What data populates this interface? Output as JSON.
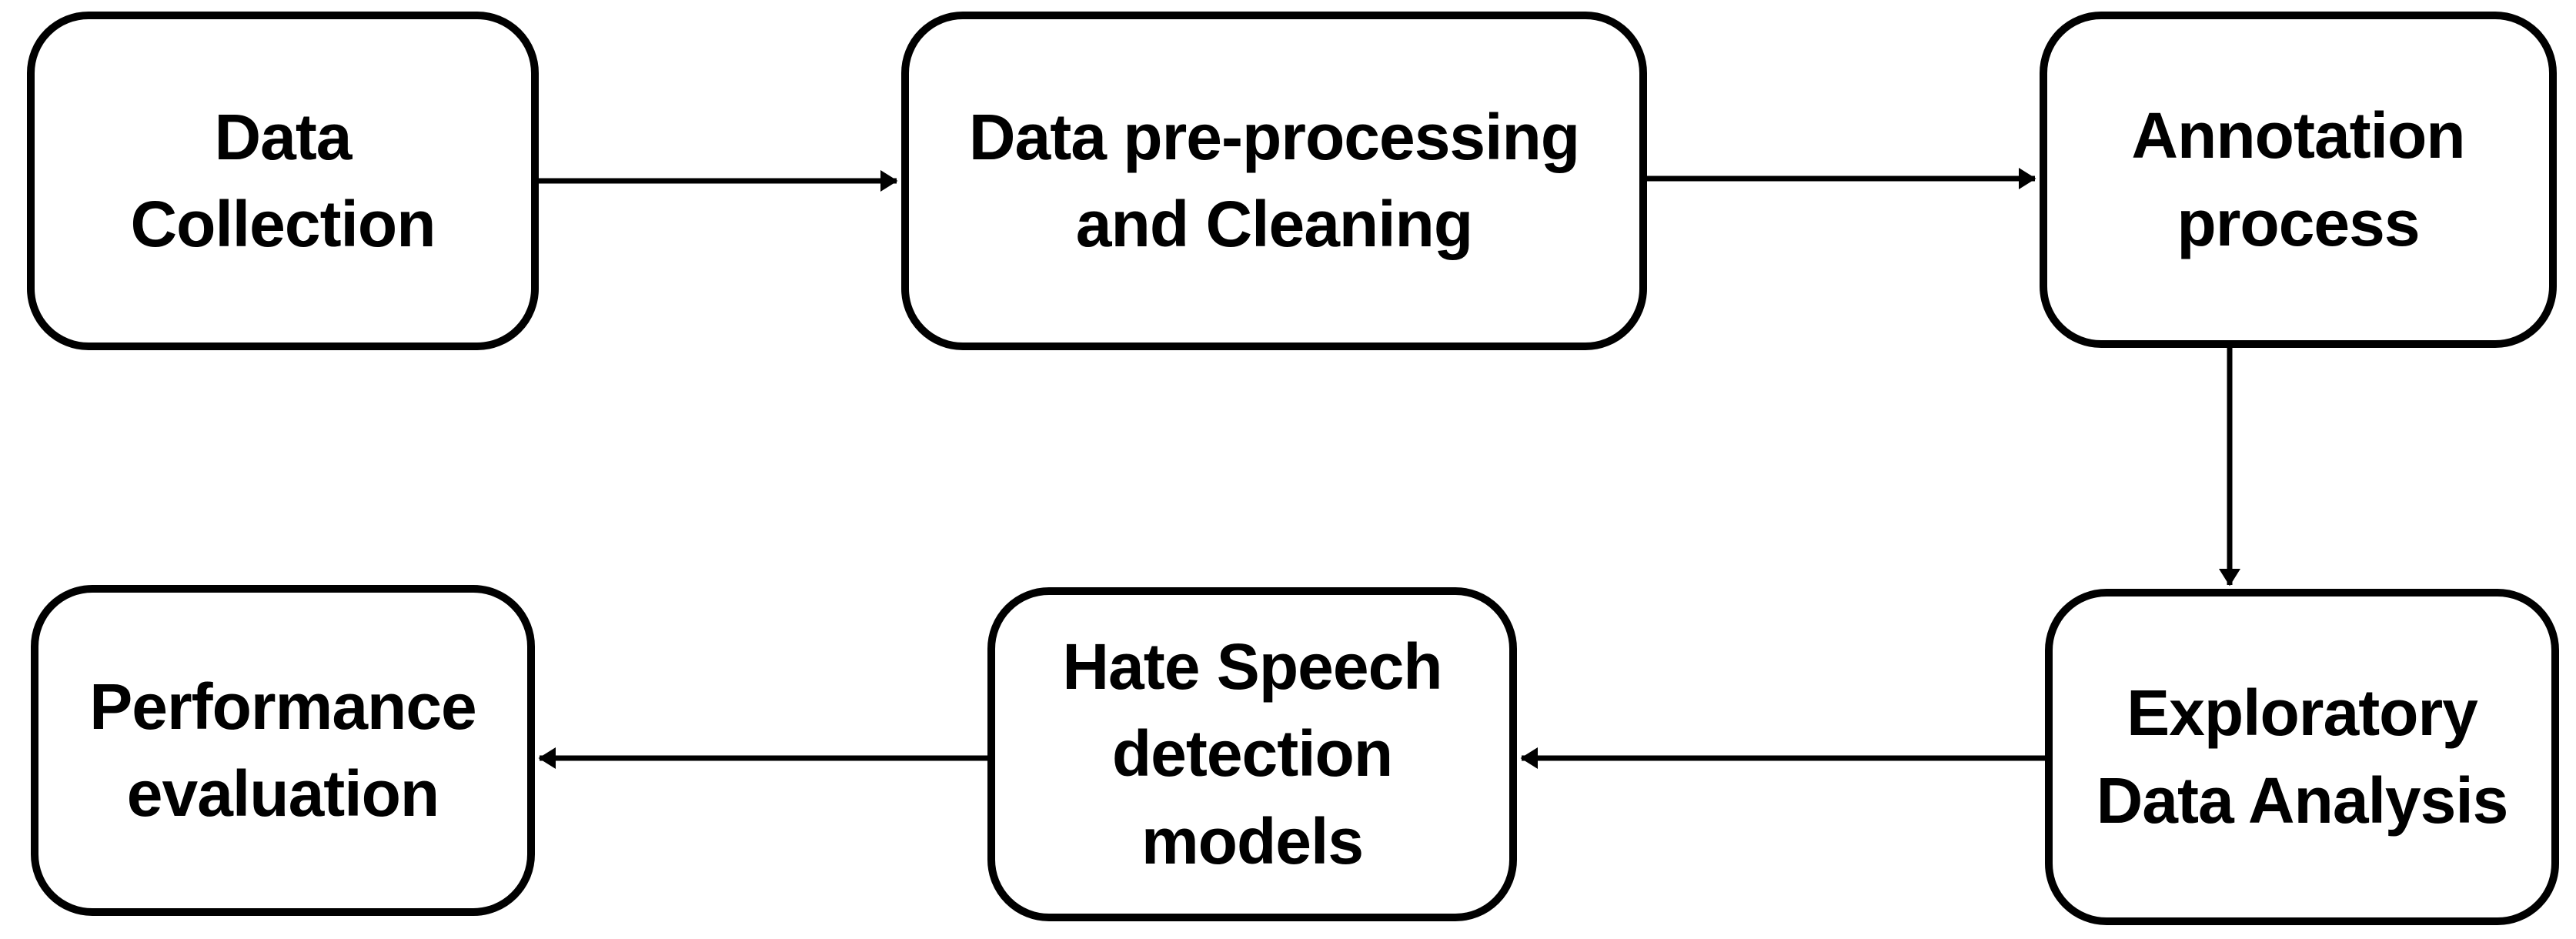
{
  "diagram": {
    "type": "flowchart",
    "background_color": "#ffffff",
    "stroke_color": "#000000",
    "text_color": "#000000",
    "nodes": [
      {
        "id": "data-collection",
        "label": "Data\nCollection"
      },
      {
        "id": "data-preprocessing",
        "label": "Data pre-processing\nand Cleaning"
      },
      {
        "id": "annotation-process",
        "label": "Annotation\nprocess"
      },
      {
        "id": "performance-evaluation",
        "label": "Performance\nevaluation"
      },
      {
        "id": "hate-speech-detection-models",
        "label": "Hate Speech\ndetection\nmodels"
      },
      {
        "id": "exploratory-data-analysis",
        "label": "Exploratory\nData Analysis"
      }
    ],
    "edges": [
      {
        "from": "data-collection",
        "to": "data-preprocessing",
        "direction": "right"
      },
      {
        "from": "data-preprocessing",
        "to": "annotation-process",
        "direction": "right"
      },
      {
        "from": "annotation-process",
        "to": "exploratory-data-analysis",
        "direction": "down"
      },
      {
        "from": "exploratory-data-analysis",
        "to": "hate-speech-detection-models",
        "direction": "left"
      },
      {
        "from": "hate-speech-detection-models",
        "to": "performance-evaluation",
        "direction": "left"
      }
    ]
  }
}
